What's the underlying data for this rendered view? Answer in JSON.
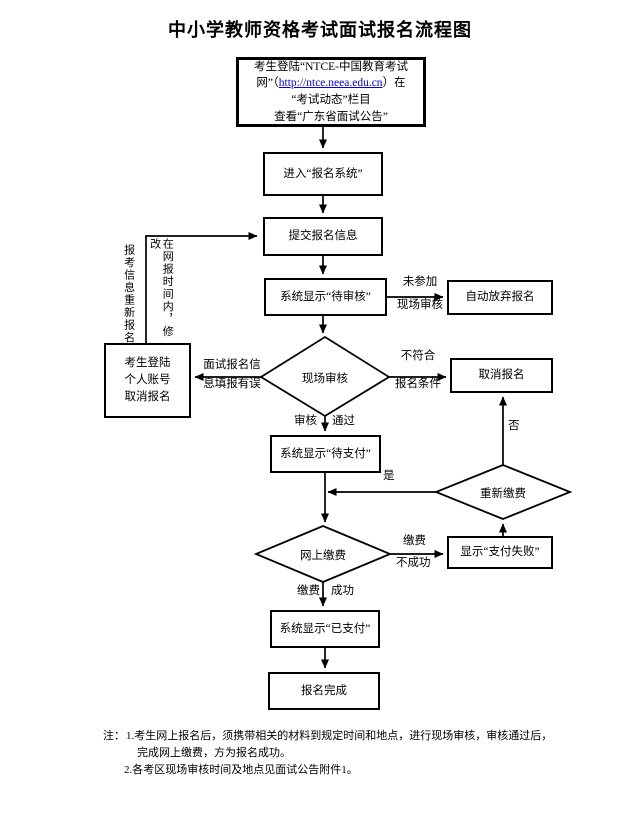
{
  "title": "中小学教师资格考试面试报名流程图",
  "nodes": {
    "login": {
      "line1": "考生登陆“NTCE-中国教育考试",
      "line2_pre": "网”（",
      "link_url": "http://ntce.neea.edu.cn",
      "line2_post": "）在",
      "line3": "“考试动态”栏目",
      "line4": "查看“广东省面试公告”"
    },
    "enter_system": "进入“报名系统”",
    "submit_info": "提交报名信息",
    "status_pending_review": "系统显示“待审核”",
    "auto_abandon": "自动放弃报名",
    "onsite_review": "现场审核",
    "cancel_registration": "取消报名",
    "login_cancel": {
      "line1": "考生登陆",
      "line2": "个人账号",
      "line3": "取消报名"
    },
    "status_pending_pay": "系统显示“待支付”",
    "repay": "重新缴费",
    "online_pay": "网上缴费",
    "pay_failed": "显示“支付失败”",
    "status_paid": "系统显示“已支付”",
    "complete": "报名完成"
  },
  "edge_labels": {
    "not_attended_line1": "未参加",
    "not_attended_line2": "现场审核",
    "not_qualified_line1": "不符合",
    "not_qualified_line2": "报名条件",
    "info_error_line1": "面试报名信",
    "info_error_line2": "息填报有误",
    "review": "审核",
    "pass": "通过",
    "no": "否",
    "yes": "是",
    "pay": "缴费",
    "fail": "不成功",
    "success": "成功"
  },
  "side_note": {
    "col1": "在网报时间内，修改",
    "col2": "报考信息重新报名"
  },
  "notes": {
    "prefix": "注：",
    "item1_line1": "1.考生网上报名后，须携带相关的材料到规定时间和地点，进行现场审核，审核通过后，",
    "item1_line2": "完成网上缴费，方为报名成功。",
    "item2": "2.各考区现场审核时间及地点见面试公告附件1。"
  },
  "colors": {
    "ink": "#000000",
    "link": "#0000ee",
    "background": "#ffffff"
  }
}
